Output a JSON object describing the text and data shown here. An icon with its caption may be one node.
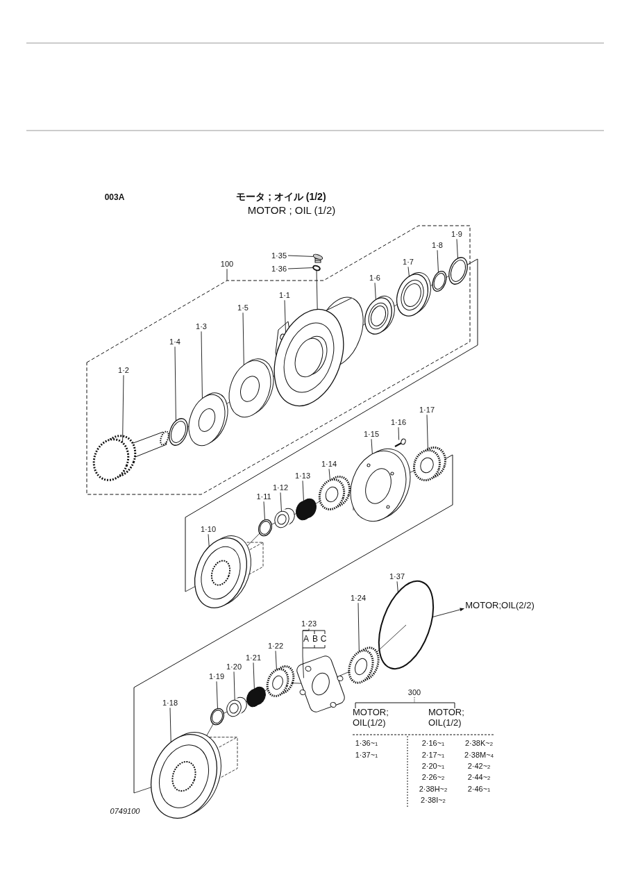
{
  "diagram": {
    "title": "モータ ; オイル (1/2)",
    "nodes": [
      {
        "text": [
          "100"
        ]
      },
      {
        "text": [
          "1·35"
        ]
      },
      {
        "text": [
          "1·36"
        ]
      },
      {
        "text": [
          "1·9"
        ]
      },
      {
        "text": [
          "1·8"
        ]
      },
      {
        "text": [
          "1·7"
        ]
      },
      {
        "text": [
          "1·6"
        ]
      },
      {
        "text": [
          "1·1"
        ]
      },
      {
        "text": [
          "1·5"
        ]
      },
      {
        "text": [
          "1·3"
        ]
      },
      {
        "text": [
          "1·4"
        ]
      },
      {
        "text": [
          "1·2"
        ]
      },
      {
        "text": [
          "1·17"
        ]
      },
      {
        "text": [
          "1·16"
        ]
      },
      {
        "text": [
          "1·15"
        ]
      },
      {
        "text": [
          "1·14"
        ]
      },
      {
        "text": [
          "1·13"
        ]
      },
      {
        "text": [
          "1·12"
        ]
      },
      {
        "text": [
          "1·11"
        ]
      },
      {
        "text": [
          "1·10"
        ]
      },
      {
        "text": [
          "1·37"
        ]
      },
      {
        "text": [
          "1·24"
        ]
      },
      {
        "text": [
          "1·23"
        ]
      },
      {
        "text": [
          "1·22"
        ]
      },
      {
        "text": [
          "1·21"
        ]
      },
      {
        "text": [
          "1·20"
        ]
      },
      {
        "text": [
          "1·19"
        ]
      },
      {
        "text": [
          "1·18"
        ]
      },
      {
        "text": [
          "MOTOR;OIL(2/2)"
        ]
      },
      {
        "text": [],
        "shape": "cylinder"
      },
      {
        "text": [],
        "shape": "circle"
      },
      {
        "text": [],
        "shape": "picture"
      },
      {
        "text": [],
        "shape": "picture"
      },
      {
        "text": [],
        "shape": "picture"
      },
      {
        "text": [],
        "shape": "picture"
      },
      {
        "text": [],
        "shape": "picture"
      },
      {
        "text": [],
        "shape": "picture"
      },
      {
        "text": [],
        "shape": "picture"
      },
      {
        "text": [],
        "shape": "picture"
      },
      {
        "text": [],
        "shape": "picture"
      },
      {
        "text": [],
        "shape": "picture"
      },
      {
        "text": [],
        "shape": "bar"
      },
      {
        "text": [],
        "shape": "picture"
      },
      {
        "text": [],
        "shape": "picture"
      },
      {
        "text": [],
        "shape": "picture"
      },
      {
        "text": [],
        "shape": "picture"
      },
      {
        "text": [],
        "shape": "picture"
      },
      {
        "text": [],
        "shape": "picture"
      },
      {
        "text": [],
        "shape": "picture"
      },
      {
        "text": [],
        "shape": "picture"
      },
      {
        "text": [],
        "shape": "picture"
      },
      {
        "text": [],
        "shape": "picture"
      },
      {
        "text": [],
        "shape": "picture"
      },
      {
        "text": [],
        "shape": "picture"
      },
      {
        "text": [],
        "shape": "picture"
      },
      {
        "text": [],
        "shape": "picture"
      }
    ],
    "edges": [
      {
        "from": 0,
        "to": null,
        "arrow": "none"
      },
      {
        "from": 1,
        "to": 29,
        "arrow": "none"
      },
      {
        "from": 2,
        "to": 30,
        "arrow": "none"
      },
      {
        "from": 3,
        "to": 31,
        "arrow": "none"
      },
      {
        "from": 4,
        "to": 32,
        "arrow": "none"
      },
      {
        "from": 5,
        "to": 33,
        "arrow": "none"
      },
      {
        "from": 6,
        "to": 34,
        "arrow": "none"
      },
      {
        "from": 7,
        "to": 35,
        "arrow": "none"
      },
      {
        "from": 8,
        "to": 36,
        "arrow": "none"
      },
      {
        "from": 9,
        "to": 37,
        "arrow": "none"
      },
      {
        "from": 10,
        "to": 38,
        "arrow": "none"
      },
      {
        "from": 11,
        "to": 39,
        "arrow": "none"
      },
      {
        "from": 12,
        "to": 40,
        "arrow": "none"
      },
      {
        "from": 13,
        "to": 41,
        "arrow": "none"
      },
      {
        "from": 14,
        "to": 42,
        "arrow": "none"
      },
      {
        "from": 15,
        "to": 43,
        "arrow": "none"
      },
      {
        "from": 16,
        "to": 44,
        "arrow": "none"
      },
      {
        "from": 17,
        "to": 45,
        "arrow": "none"
      },
      {
        "from": 18,
        "to": 46,
        "arrow": "none"
      },
      {
        "from": 19,
        "to": 47,
        "arrow": "none"
      },
      {
        "from": 20,
        "to": 48,
        "arrow": "none"
      },
      {
        "from": 21,
        "to": 49,
        "arrow": "none"
      },
      {
        "from": 22,
        "to": 50,
        "arrow": "none"
      },
      {
        "from": 23,
        "to": 51,
        "arrow": "none"
      },
      {
        "from": 24,
        "to": 52,
        "arrow": "none"
      },
      {
        "from": 25,
        "to": 53,
        "arrow": "none"
      },
      {
        "from": 26,
        "to": 54,
        "arrow": "none"
      },
      {
        "from": 27,
        "to": 55,
        "arrow": "none"
      },
      {
        "from": 48,
        "to": 28,
        "arrow": "to"
      },
      {
        "from": 30,
        "to": 35,
        "arrow": "none"
      }
    ],
    "labels": [
      "003A",
      "MOTOR ; OIL (1/2)",
      "A",
      "B",
      "C",
      "300",
      "MOTOR; OIL(1/2)",
      "MOTOR; OIL(1/2)",
      "1·36~$_{1}$",
      "2·16~$_{1}$",
      "2·38K~$_{2}$",
      "1·37~$_{1}$",
      "2·17~$_{1}$",
      "2·38M~$_{4}$",
      "2·20~$_{1}$",
      "2·42~$_{2}$",
      "2·26~$_{2}$",
      "2·44~$_{2}$",
      "2·38H~$_{2}$",
      "2·46~$_{1}$",
      "2·38I~$_{2}$",
      "0749100"
    ]
  }
}
